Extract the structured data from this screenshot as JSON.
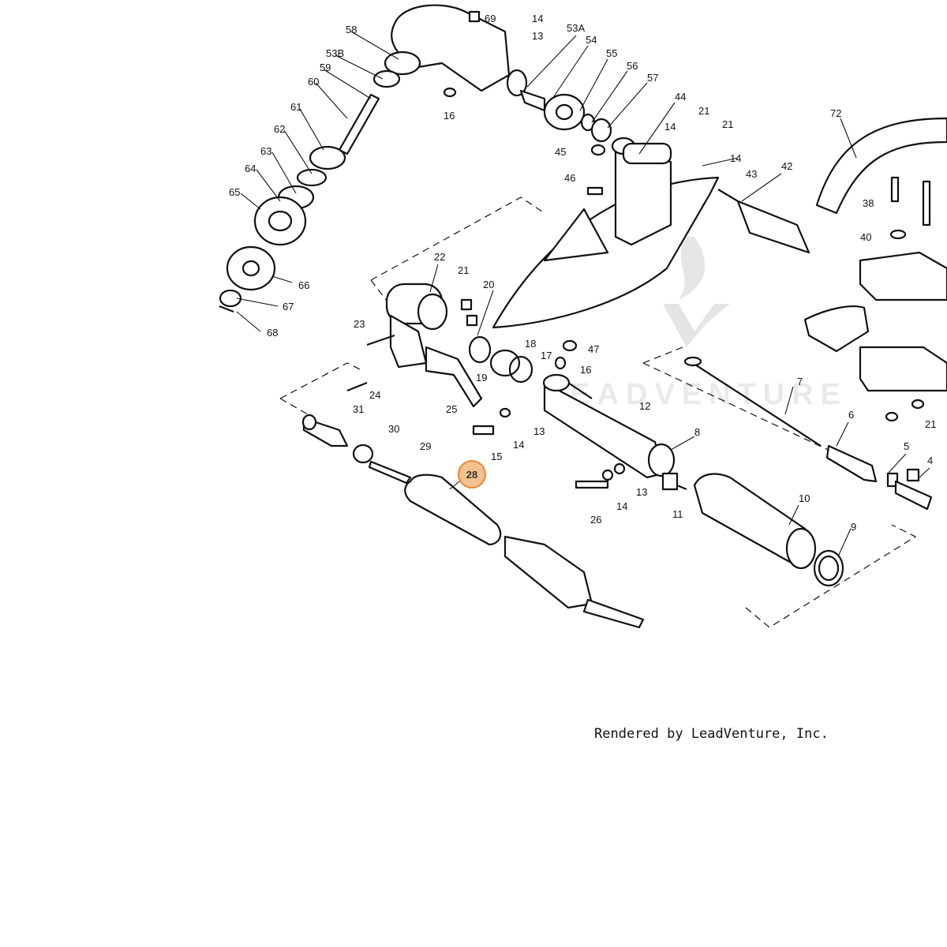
{
  "diagram": {
    "credit": "Rendered by LeadVenture, Inc.",
    "watermark": "LEADVENTURE",
    "highlight_color": "#f3c08f",
    "highlighted_label": "28",
    "part_labels": [
      "58",
      "53B",
      "59",
      "60",
      "61",
      "62",
      "63",
      "64",
      "65",
      "66",
      "67",
      "68",
      "69",
      "14",
      "13",
      "53A",
      "54",
      "55",
      "56",
      "57",
      "16",
      "44",
      "21",
      "14",
      "21",
      "45",
      "14",
      "43",
      "42",
      "46",
      "72",
      "38",
      "40",
      "22",
      "21",
      "20",
      "23",
      "18",
      "17",
      "47",
      "16",
      "19",
      "24",
      "25",
      "31",
      "30",
      "29",
      "15",
      "14",
      "13",
      "12",
      "8",
      "7",
      "6",
      "5",
      "4",
      "26",
      "14",
      "13",
      "11",
      "10",
      "9",
      "21"
    ]
  }
}
